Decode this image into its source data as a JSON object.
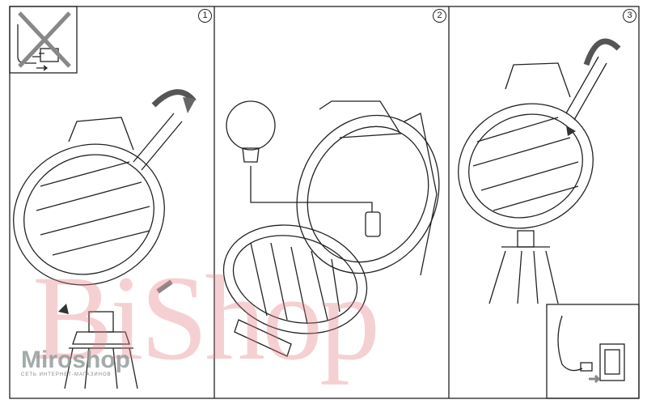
{
  "steps": [
    {
      "number": "1"
    },
    {
      "number": "2"
    },
    {
      "number": "3"
    }
  ],
  "watermarks": {
    "pink": "BiShop",
    "logo": "Miroshop",
    "logo_subtitle": "СЕТЬ ИНТЕРНЕТ-МАГАЗИНОВ"
  },
  "colors": {
    "line": "#222222",
    "arrow": "#808080",
    "watermark_pink": "#e17882"
  }
}
